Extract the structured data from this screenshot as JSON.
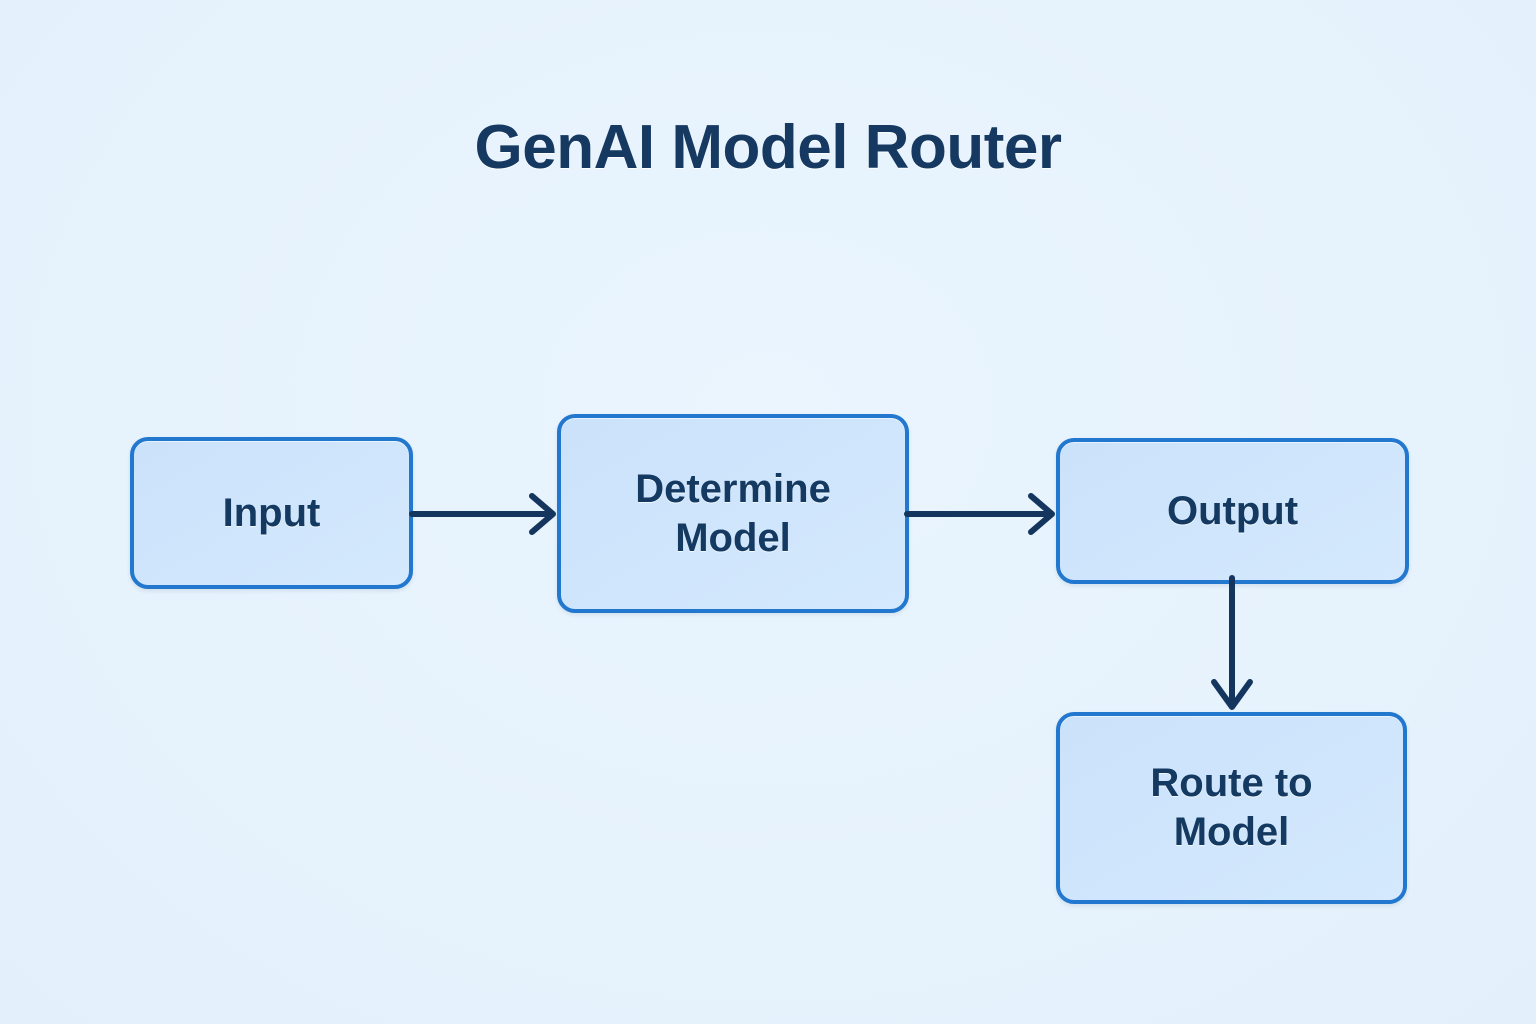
{
  "title": "GenAI Model Router",
  "colors": {
    "background": "#e9f4fd",
    "node_fill": "#cfe5fc",
    "node_border": "#2277cf",
    "text": "#143a62",
    "title": "#153961",
    "arrow": "#14365e"
  },
  "diagram": {
    "type": "flowchart",
    "orientation": "left-to-right with downward branch",
    "nodes": [
      {
        "id": "input",
        "label": "Input",
        "shape": "rounded-rectangle"
      },
      {
        "id": "determine",
        "label": "Determine\nModel",
        "shape": "rounded-rectangle"
      },
      {
        "id": "output",
        "label": "Output",
        "shape": "rounded-rectangle"
      },
      {
        "id": "route",
        "label": "Route to\nModel",
        "shape": "rounded-rectangle"
      }
    ],
    "edges": [
      {
        "from": "input",
        "to": "determine",
        "direction": "right",
        "style": "solid-arrow"
      },
      {
        "from": "determine",
        "to": "output",
        "direction": "right",
        "style": "solid-arrow"
      },
      {
        "from": "output",
        "to": "route",
        "direction": "down",
        "style": "solid-arrow"
      }
    ]
  }
}
